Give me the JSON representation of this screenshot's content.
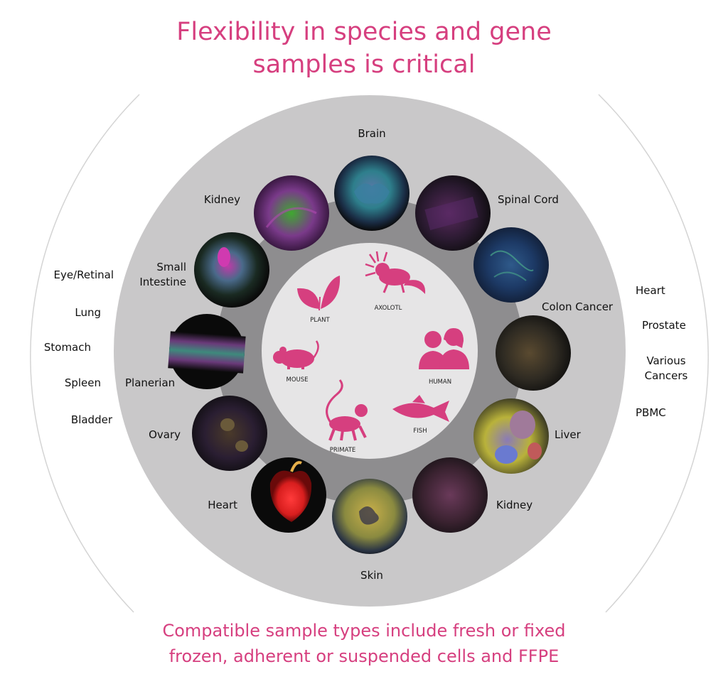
{
  "title": {
    "line1": "Flexibility in species and gene",
    "line2": "samples is critical"
  },
  "footer": {
    "line1": "Compatible sample types include fresh or fixed",
    "line2": "frozen, adherent or suspended cells and FFPE"
  },
  "species": {
    "plant": "PLANT",
    "axolotl": "AXOLOTL",
    "mouse": "MOUSE",
    "human": "HUMAN",
    "fish": "FISH",
    "primate": "PRIMATE"
  },
  "tissues": {
    "brain": "Brain",
    "spinal_cord": "Spinal Cord",
    "colon_cancer": "Colon Cancer",
    "liver": "Liver",
    "kidney_right": "Kidney",
    "skin": "Skin",
    "heart_left": "Heart",
    "ovary": "Ovary",
    "planerian": "Planerian",
    "small_intestine_1": "Small",
    "small_intestine_2": "Intestine",
    "kidney_left": "Kidney"
  },
  "outer_left": {
    "eye_retinal": "Eye/Retinal",
    "lung": "Lung",
    "stomach": "Stomach",
    "spleen": "Spleen",
    "bladder": "Bladder"
  },
  "outer_right": {
    "heart": "Heart",
    "prostate": "Prostate",
    "various_1": "Various",
    "various_2": "Cancers",
    "pbmc": "PBMC"
  },
  "colors": {
    "accent": "#d63f7f",
    "outer_ring": "#c9c8c9",
    "inner_ring": "#8e8d8f",
    "center": "#e6e5e6",
    "arc": "#d4d4d4"
  }
}
